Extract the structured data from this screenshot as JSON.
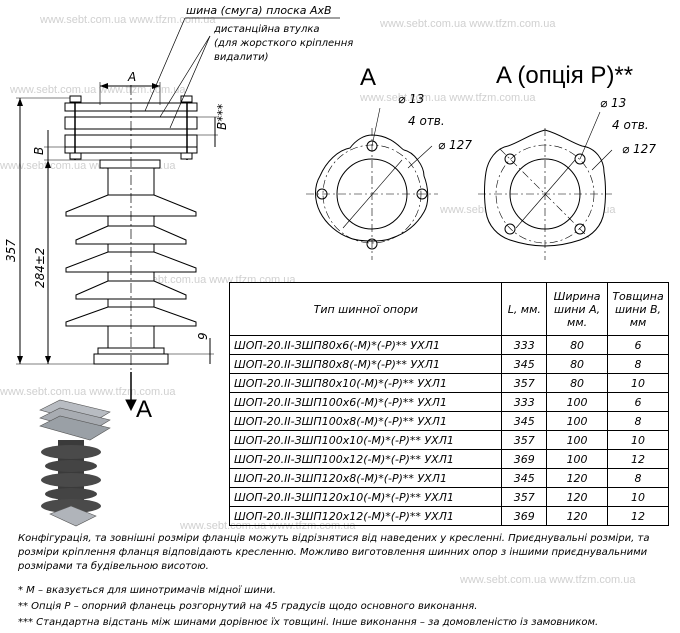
{
  "watermark": "www.sebt.com.ua   www.tfzm.com.ua",
  "labels": {
    "bus_label": "шина (смуга) плоска АхВ",
    "spacer_label_1": "дистанційна втулка",
    "spacer_label_2": "(для жорсткого кріплення",
    "spacer_label_3": "видалити)"
  },
  "dimensions": {
    "A": "A",
    "B": "B",
    "B_star": "B***",
    "h357": "357",
    "h284": "284±2",
    "d9": "9"
  },
  "views": {
    "view_a_title": "A",
    "view_a_option_title": "A (опція P)**",
    "section_a": "A",
    "hole_diam": "13",
    "hole_count": "4 отв.",
    "circle_diam": "127"
  },
  "table": {
    "headers": {
      "model": "Тип шинної опори",
      "length": "L, мм.",
      "width": "Ширина шини А, мм.",
      "thickness": "Товщина шини В, мм"
    },
    "rows": [
      {
        "model": "ШОП-20.ІІ-ЗШП80х6(-М)*(-Р)** УХЛ1",
        "length": "333",
        "width": "80",
        "thickness": "6"
      },
      {
        "model": "ШОП-20.ІІ-ЗШП80х8(-М)*(-Р)** УХЛ1",
        "length": "345",
        "width": "80",
        "thickness": "8"
      },
      {
        "model": "ШОП-20.ІІ-ЗШП80х10(-М)*(-Р)** УХЛ1",
        "length": "357",
        "width": "80",
        "thickness": "10"
      },
      {
        "model": "ШОП-20.ІІ-ЗШП100х6(-М)*(-Р)** УХЛ1",
        "length": "333",
        "width": "100",
        "thickness": "6"
      },
      {
        "model": "ШОП-20.ІІ-ЗШП100х8(-М)*(-Р)** УХЛ1",
        "length": "345",
        "width": "100",
        "thickness": "8"
      },
      {
        "model": "ШОП-20.ІІ-ЗШП100х10(-М)*(-Р)** УХЛ1",
        "length": "357",
        "width": "100",
        "thickness": "10"
      },
      {
        "model": "ШОП-20.ІІ-ЗШП100х12(-М)*(-Р)** УХЛ1",
        "length": "369",
        "width": "100",
        "thickness": "12"
      },
      {
        "model": "ШОП-20.ІІ-ЗШП120х8(-М)*(-Р)** УХЛ1",
        "length": "345",
        "width": "120",
        "thickness": "8"
      },
      {
        "model": "ШОП-20.ІІ-ЗШП120х10(-М)*(-Р)** УХЛ1",
        "length": "357",
        "width": "120",
        "thickness": "10"
      },
      {
        "model": "ШОП-20.ІІ-ЗШП120х12(-М)*(-Р)** УХЛ1",
        "length": "369",
        "width": "120",
        "thickness": "12"
      }
    ]
  },
  "notes": {
    "config": "Конфігурація, та зовнішні розміри фланців можуть відрізнятися від наведених у кресленні. Приєднувальні розміри, та розміри кріплення фланця відповідають кресленню. Можливо виготовлення шинних опор з іншими приєднувальними розмірами та будівельною висотою.",
    "m_note": "* М – вказується для шинотримачів мідної шини.",
    "p_note": "** Опція Р – опорний фланець розгорнутий на 45 градусів щодо основного виконання.",
    "std_note": "*** Стандартна відстань між шинами дорівнює їх товщині. Інше виконання – за домовленістю із замовником."
  }
}
